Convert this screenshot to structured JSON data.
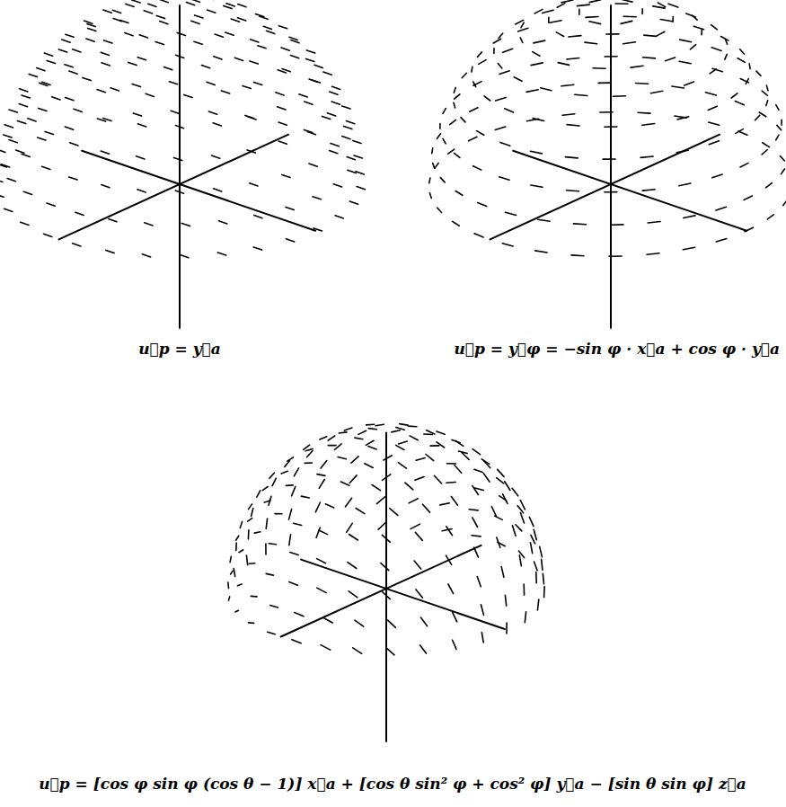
{
  "diagram": {
    "labels": [
      "u⃗p = y⃗a",
      "u⃗p = y⃗φ = −sin φ · x⃗a + cos φ · y⃗a",
      "u⃗p = [cos φ sin φ (cos θ − 1)] x⃗a + [cos θ sin² φ + cos² φ] y⃗a − [sin θ sin φ] z⃗a"
    ]
  }
}
